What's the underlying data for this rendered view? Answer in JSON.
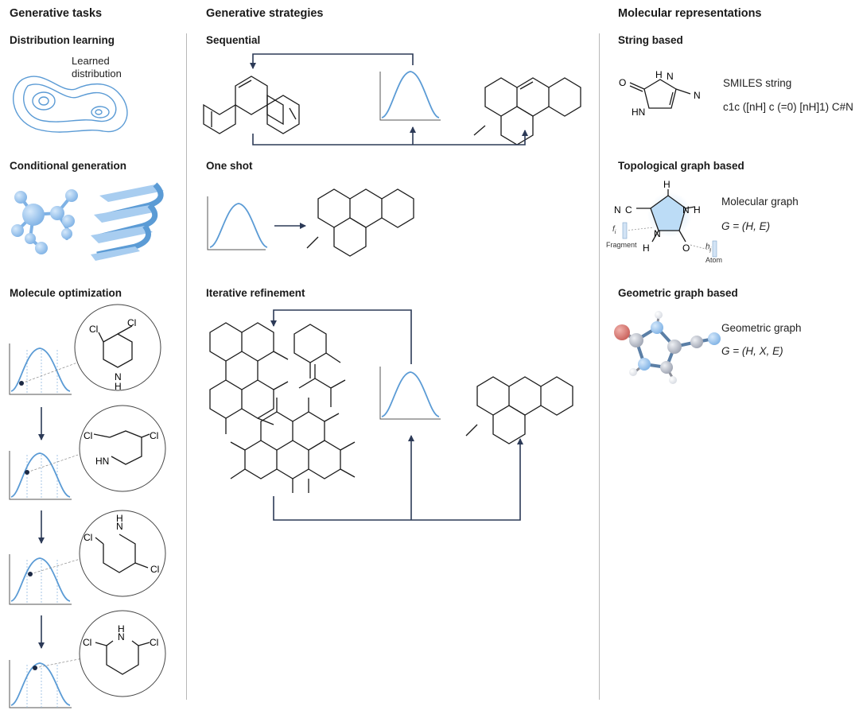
{
  "columns": {
    "tasks": "Generative tasks",
    "strategies": "Generative strategies",
    "representations": "Molecular representations"
  },
  "tasks": {
    "distribution_learning": "Distribution learning",
    "learned_distribution_line1": "Learned",
    "learned_distribution_line2": "distribution",
    "conditional_generation": "Conditional generation",
    "molecule_optimization": "Molecule optimization"
  },
  "strategies": {
    "sequential": "Sequential",
    "one_shot": "One shot",
    "iterative_refinement": "Iterative refinement"
  },
  "representations": {
    "string_based": "String based",
    "smiles_label": "SMILES string",
    "smiles_value": "c1c ([nH] c (=0) [nH]1) C#N",
    "topological": "Topological graph based",
    "molecular_graph": "Molecular graph",
    "molecular_graph_formula": "G = (H, E)",
    "fragment": "Fragment",
    "atom": "Atom",
    "fragment_feature": "f",
    "fragment_feature_sub": "i",
    "atom_feature": "h",
    "atom_feature_sub": "j",
    "geometric": "Geometric graph based",
    "geometric_graph": "Geometric graph",
    "geometric_graph_formula": "G = (H, X, E)"
  },
  "atoms": {
    "cl": "Cl",
    "h": "H",
    "hn": "HN",
    "n": "N",
    "o": "O",
    "c": "C",
    "nh": "H"
  },
  "colors": {
    "text": "#1a1a1a",
    "curve_blue": "#5b9bd5",
    "arrow_navy": "#2c3a57",
    "light_blue": "#a8cdf0",
    "mid_blue": "#7fb2e5",
    "oxygen_red": "#c9605a",
    "carbon_grey": "#a7acb8"
  }
}
